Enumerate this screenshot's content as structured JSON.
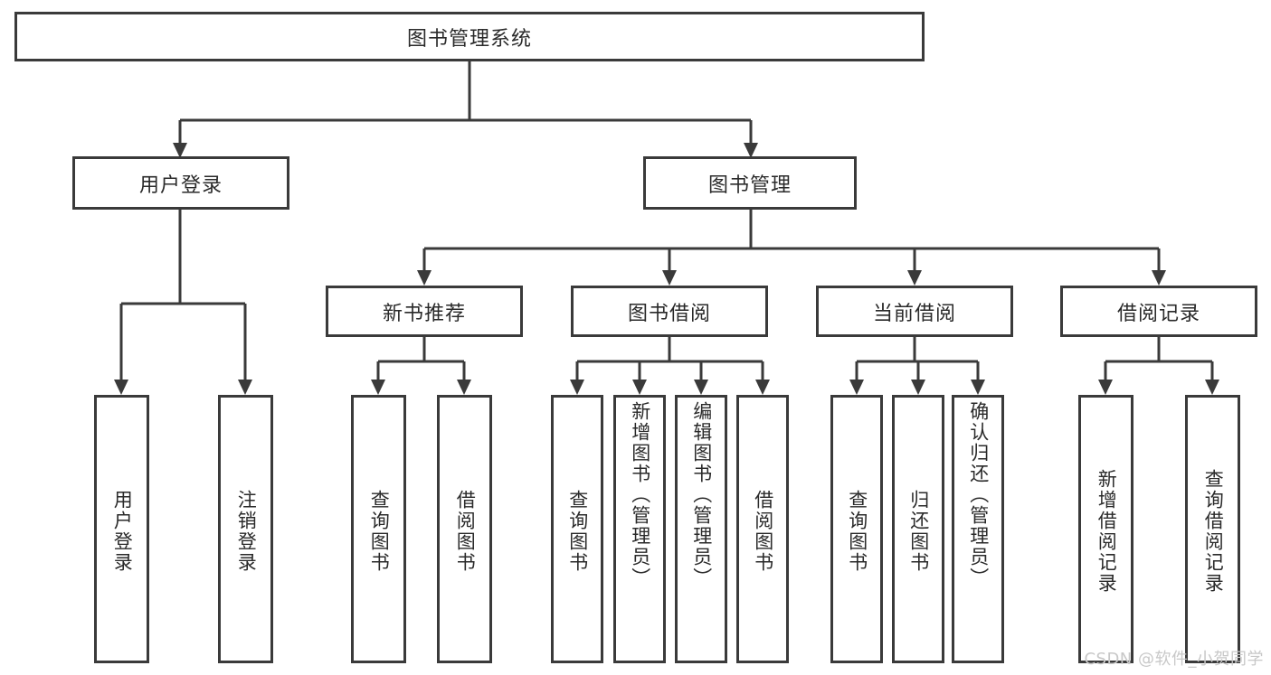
{
  "diagram": {
    "type": "tree",
    "title": "图书管理系统",
    "orientation": "top-down",
    "root": {
      "id": "root",
      "label": "图书管理系统"
    },
    "level2": [
      {
        "id": "user-login",
        "label": "用户登录"
      },
      {
        "id": "book-management",
        "label": "图书管理"
      }
    ],
    "level3": [
      {
        "id": "new-book-recommend",
        "label": "新书推荐",
        "parent": "book-management"
      },
      {
        "id": "book-borrow",
        "label": "图书借阅",
        "parent": "book-management"
      },
      {
        "id": "current-borrow",
        "label": "当前借阅",
        "parent": "book-management"
      },
      {
        "id": "borrow-record",
        "label": "借阅记录",
        "parent": "book-management"
      }
    ],
    "leaves": [
      {
        "id": "leaf-user-login",
        "label": "用户登录",
        "parent": "user-login"
      },
      {
        "id": "leaf-user-logout",
        "label": "注销登录",
        "parent": "user-login"
      },
      {
        "id": "leaf-query-book-1",
        "label": "查询图书",
        "parent": "new-book-recommend"
      },
      {
        "id": "leaf-borrow-book-1",
        "label": "借阅图书",
        "parent": "new-book-recommend"
      },
      {
        "id": "leaf-query-book-2",
        "label": "查询图书",
        "parent": "book-borrow"
      },
      {
        "id": "leaf-add-book",
        "label": "新增图书（管理员）",
        "parent": "book-borrow"
      },
      {
        "id": "leaf-edit-book",
        "label": "编辑图书（管理员）",
        "parent": "book-borrow"
      },
      {
        "id": "leaf-borrow-book-2",
        "label": "借阅图书",
        "parent": "book-borrow"
      },
      {
        "id": "leaf-query-book-3",
        "label": "查询图书",
        "parent": "current-borrow"
      },
      {
        "id": "leaf-return-book",
        "label": "归还图书",
        "parent": "current-borrow"
      },
      {
        "id": "leaf-confirm-return",
        "label": "确认归还（管理员）",
        "parent": "current-borrow"
      },
      {
        "id": "leaf-add-record",
        "label": "新增借阅记录",
        "parent": "borrow-record"
      },
      {
        "id": "leaf-query-record",
        "label": "查询借阅记录",
        "parent": "borrow-record"
      }
    ]
  },
  "watermark": {
    "text": "CSDN @软件_小贺同学"
  },
  "colors": {
    "stroke": "#3a3a3a",
    "fill": "#ffffff",
    "text": "#2a2a2a",
    "watermark": "#c8c8c8"
  }
}
